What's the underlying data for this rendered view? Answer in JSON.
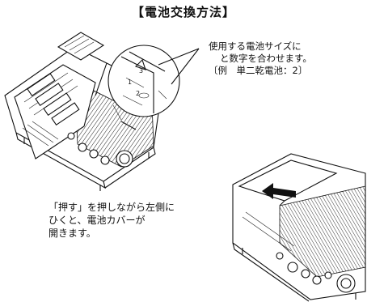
{
  "title": "【電池交換方法】",
  "note_top": {
    "line1": "使用する電池サイズに",
    "line2": "と数字を合わせます。",
    "line3": "〔例　単二乾電池：2〕"
  },
  "note_bottom": {
    "line1": "「押す」を押しながら左側に",
    "line2": "ひくと、電池カバーが",
    "line3": "開きます。"
  }
}
